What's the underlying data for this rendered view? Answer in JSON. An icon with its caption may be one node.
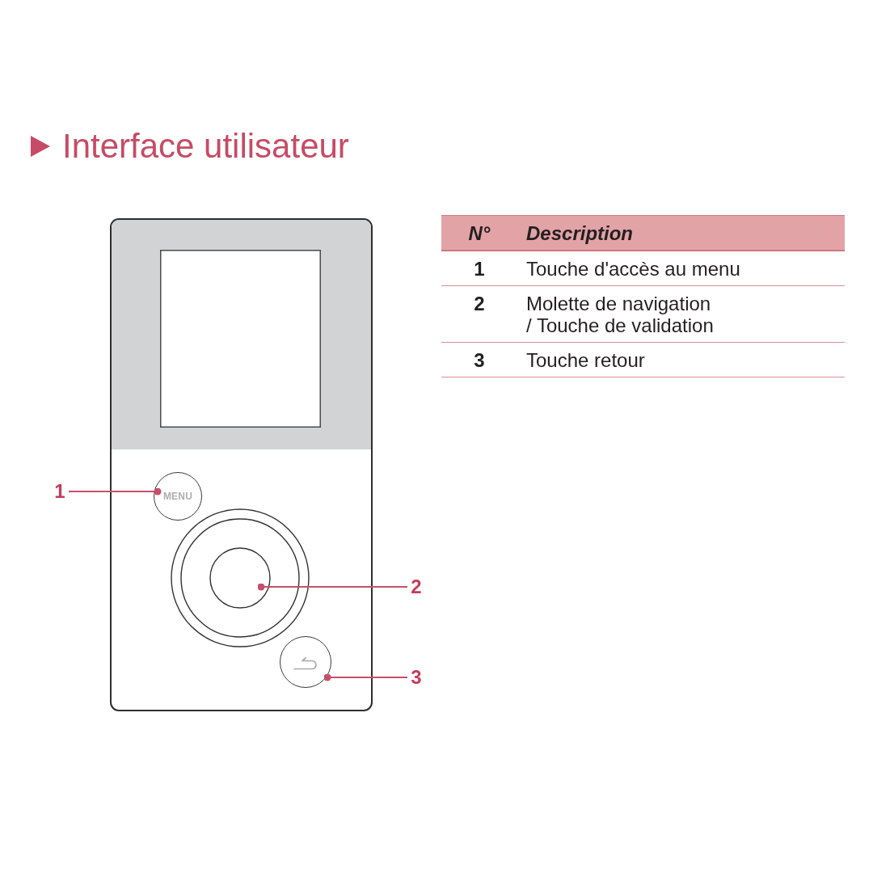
{
  "diagram": {
    "title": "Interface utilisateur",
    "nodes": [
      {
        "text": [],
        "shape": "box"
      },
      {
        "text": [
          "MENU"
        ],
        "in": 0
      },
      {
        "text": [],
        "shape": "circle",
        "in": 0
      },
      {
        "text": [],
        "shape": "circle",
        "in": 0
      },
      {
        "text": [
          "1"
        ]
      },
      {
        "text": [
          "2"
        ]
      },
      {
        "text": [
          "3"
        ]
      }
    ],
    "edges": [
      {
        "from": 4,
        "to": 1,
        "arrow": "other"
      },
      {
        "from": 5,
        "to": 2,
        "arrow": "other"
      },
      {
        "from": 6,
        "to": 3,
        "arrow": "other"
      }
    ],
    "labels": [
      "N°",
      "Description",
      "1",
      "Touche d'accès au menu",
      "2",
      "Molette de navigation / Touche de validation",
      "3",
      "Touche retour"
    ]
  }
}
